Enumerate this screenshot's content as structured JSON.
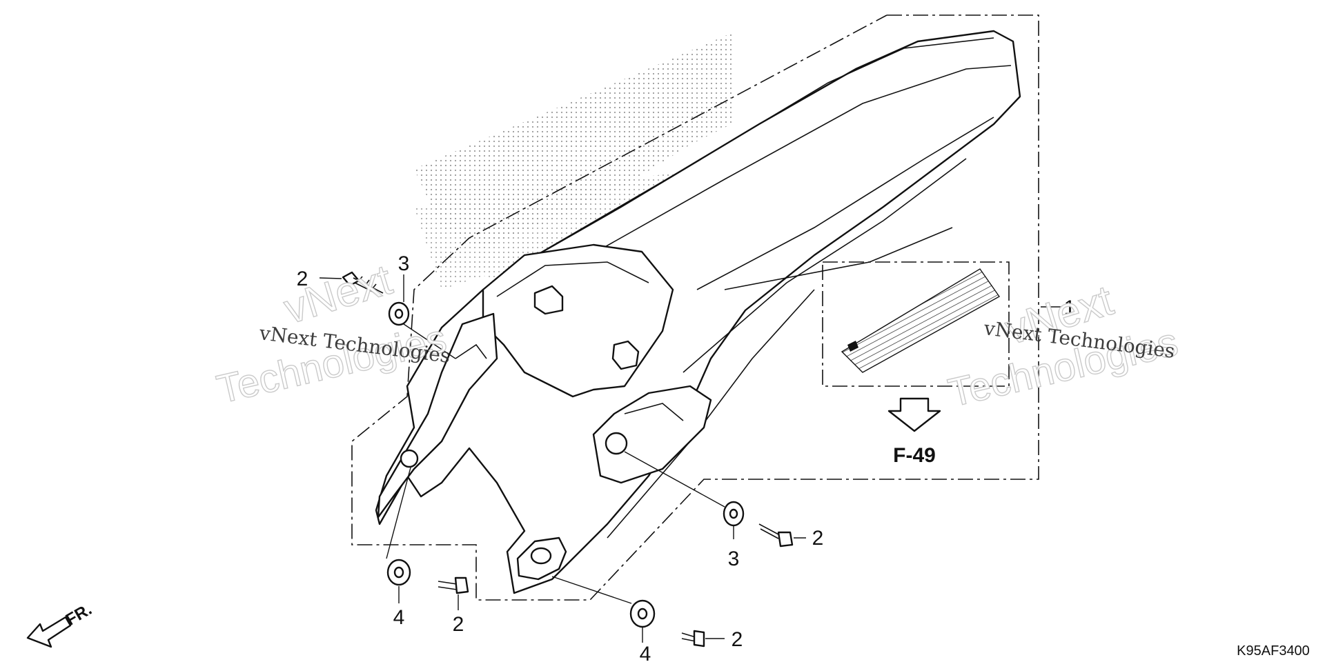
{
  "diagram": {
    "callouts": [
      {
        "id": "c1",
        "text": "1"
      },
      {
        "id": "c2a",
        "text": "2"
      },
      {
        "id": "c3a",
        "text": "3"
      },
      {
        "id": "c3b",
        "text": "3"
      },
      {
        "id": "c2b",
        "text": "2"
      },
      {
        "id": "c4a",
        "text": "4"
      },
      {
        "id": "c2c",
        "text": "2"
      },
      {
        "id": "c4b",
        "text": "4"
      },
      {
        "id": "c2d",
        "text": "2"
      }
    ],
    "reference": "F-49",
    "direction_label": "FR.",
    "diagram_code": "K95AF3400"
  },
  "watermarks": {
    "brand_line": "vNext Technologies",
    "brand_first": "vNext",
    "brand_second": "Technologies"
  },
  "colors": {
    "line": "#111111",
    "background": "#ffffff",
    "dot_pattern": "#9a9a9a",
    "watermark_outline": "#c8c8c8"
  }
}
